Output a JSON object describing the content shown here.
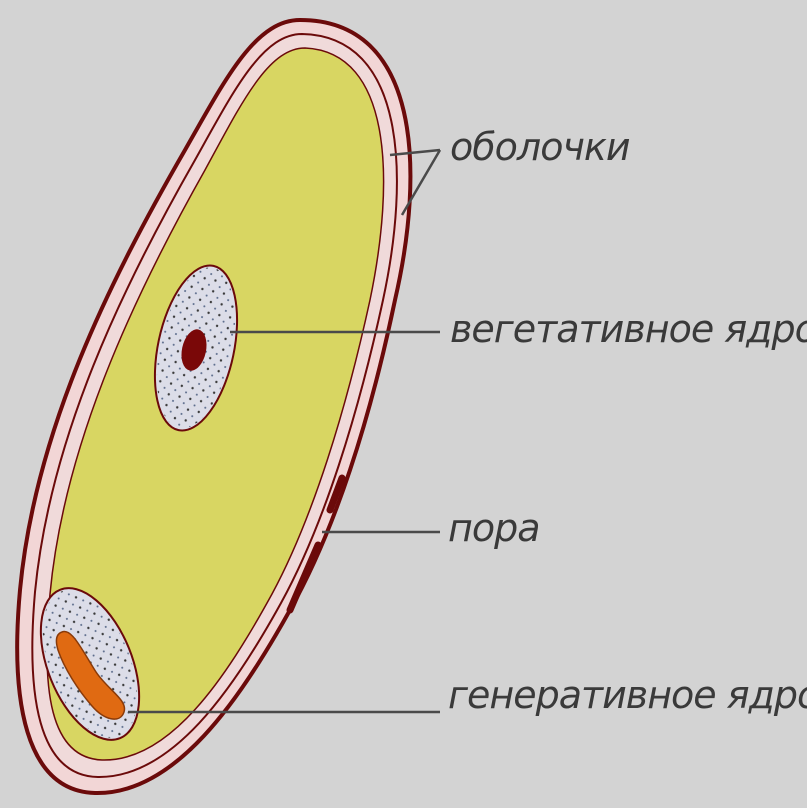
{
  "diagram": {
    "labels": {
      "shells": "оболочки",
      "vegetative_nucleus": "вегетативное ядро",
      "pore": "пора",
      "generative_nucleus": "генеративное ядро"
    },
    "colors": {
      "background": "#d3d3d3",
      "outer_wall": "#6b0a0a",
      "wall_fill": "#f2d6d6",
      "cytoplasm": "#d8d662",
      "nucleus_fill": "#dcdde8",
      "nucleolus": "#7a0808",
      "generative_body": "#e06a12",
      "leader_line": "#4a4a4a"
    }
  }
}
